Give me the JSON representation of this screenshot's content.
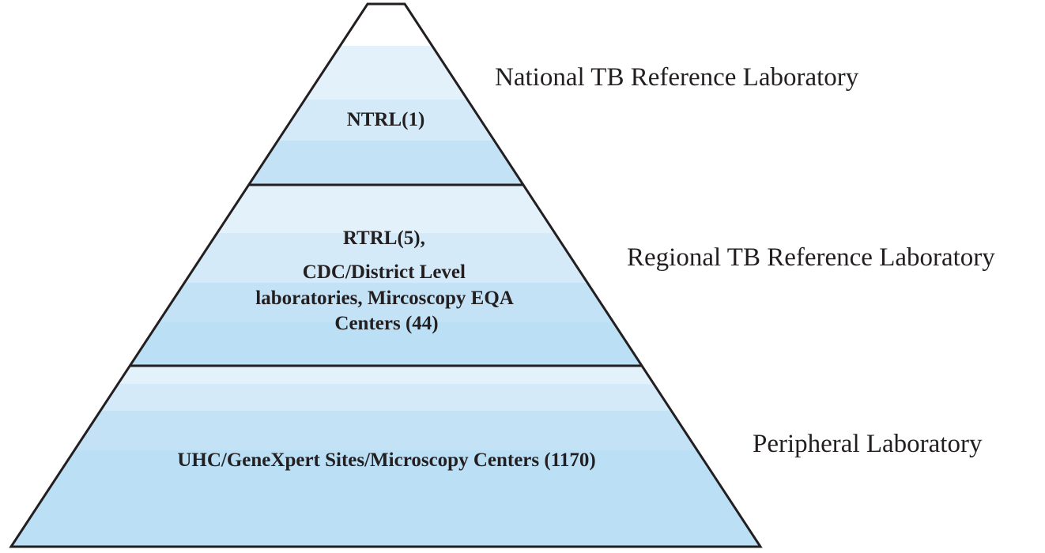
{
  "diagram": {
    "type": "pyramid",
    "colors": {
      "outline": "#231f20",
      "band_light": "#e3f1fb",
      "band_mid": "#d4eaf8",
      "band_dark": "#c3e2f6",
      "band_darker": "#bbdff5",
      "text": "#231f20"
    },
    "tiers": [
      {
        "name": "national",
        "lines": [
          "NTRL(1)"
        ],
        "side_label": "National TB Reference Laboratory"
      },
      {
        "name": "regional",
        "lines": [
          "RTRL(5),",
          "CDC/District Level",
          "laboratories, Mircoscopy EQA",
          "Centers (44)"
        ],
        "side_label": "Regional TB Reference Laboratory"
      },
      {
        "name": "peripheral",
        "lines": [
          "UHC/GeneXpert Sites/Microscopy Centers (1170)"
        ],
        "side_label": "Peripheral Laboratory"
      }
    ]
  }
}
